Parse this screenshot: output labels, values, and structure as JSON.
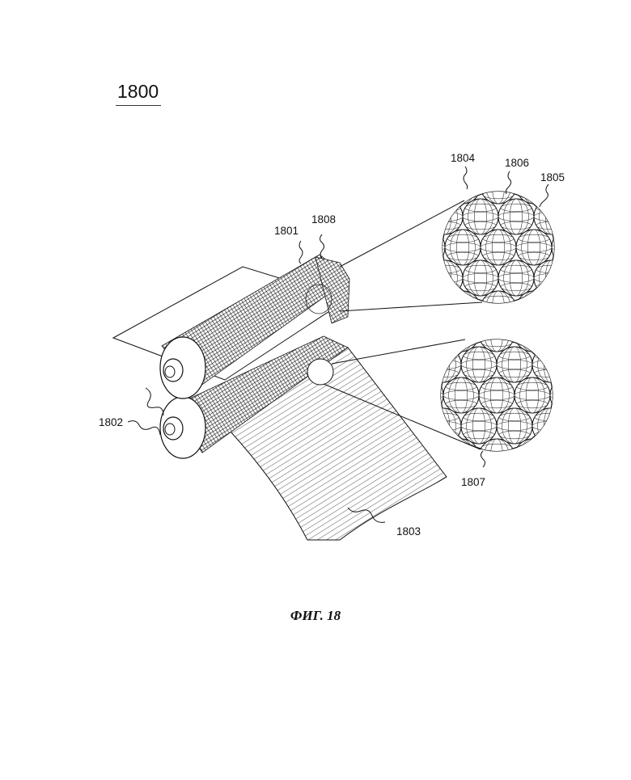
{
  "figure": {
    "number_label": "1800",
    "caption": "ФИГ. 18"
  },
  "labels": {
    "roller_top": "1801",
    "roller_shafts": "1802",
    "film": "1803",
    "magnified_top_a": "1804",
    "magnified_top_b": "1805",
    "magnified_top_c": "1806",
    "magnified_bottom": "1807",
    "roller_surface": "1808"
  },
  "colors": {
    "line": "#111111",
    "hatch": "#444444"
  }
}
